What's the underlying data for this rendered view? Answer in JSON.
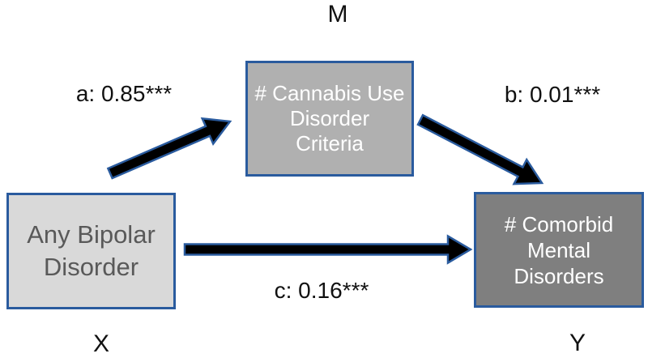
{
  "diagram": {
    "title": "",
    "type": "mediation-path-diagram",
    "colors": {
      "background": "#ffffff",
      "box_border": "#2a5b9e",
      "arrow_fill": "#000000",
      "arrow_outline": "#2a5b9e",
      "label_text": "#111111"
    },
    "nodes": {
      "predictor": {
        "var_label": "X",
        "lines": [
          "Any Bipolar",
          "Disorder"
        ],
        "fill": "#d9d9d9",
        "text_color": "#595959"
      },
      "mediator": {
        "var_label": "M",
        "lines": [
          "# Cannabis Use",
          "Disorder",
          "Criteria"
        ],
        "fill": "#b0b0b0",
        "text_color": "#ffffff"
      },
      "outcome": {
        "var_label": "Y",
        "lines": [
          "# Comorbid",
          "Mental",
          "Disorders"
        ],
        "fill": "#7f7f7f",
        "text_color": "#ffffff"
      }
    },
    "paths": {
      "a": {
        "label": "a: 0.85***",
        "from": "X",
        "to": "M"
      },
      "b": {
        "label": "b: 0.01***",
        "from": "M",
        "to": "Y"
      },
      "c": {
        "label": "c: 0.16***",
        "from": "X",
        "to": "Y"
      }
    }
  }
}
